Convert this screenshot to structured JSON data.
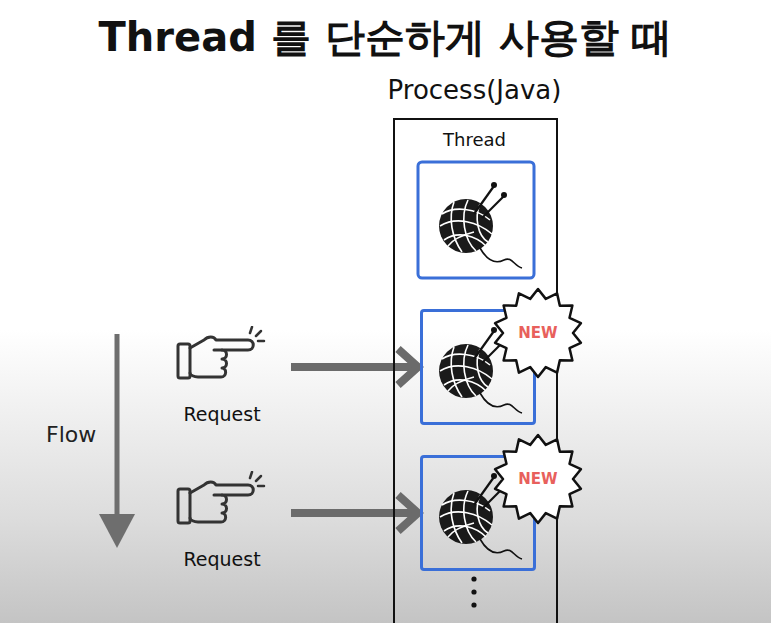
{
  "diagram": {
    "title": "Thread 를 단순하게 사용할 때",
    "nodes": [
      {
        "text": [
          "Process(Java)",
          "Thread"
        ]
      },
      {
        "text": [
          "NEW"
        ],
        "in": 0
      },
      {
        "text": [
          "NEW"
        ],
        "in": 0
      },
      {
        "text": [
          "Request"
        ]
      },
      {
        "text": [
          "Request"
        ]
      }
    ],
    "edges": [
      {
        "from": 3,
        "to": 1,
        "arrow": "to"
      },
      {
        "from": 4,
        "to": 2,
        "arrow": "to"
      }
    ],
    "labels": [
      "Flow"
    ]
  }
}
